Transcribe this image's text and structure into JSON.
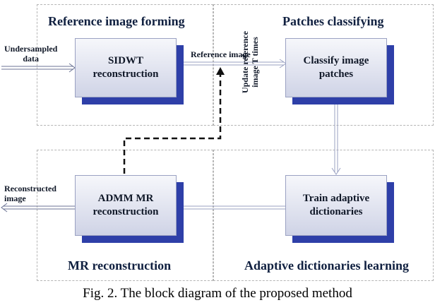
{
  "regions": {
    "reference": "Reference image forming",
    "patches": "Patches classifying",
    "mr": "MR reconstruction",
    "adaptive": "Adaptive dictionaries learning"
  },
  "blocks": {
    "sidwt": "SIDWT\nreconstruction",
    "classify": "Classify image\npatches",
    "admm": "ADMM MR\nreconstruction",
    "train": "Train adaptive\ndictionaries"
  },
  "labels": {
    "input": "Undersampled\ndata",
    "reference_image": "Reference image",
    "output": "Reconstructed\nimage",
    "update": "Update reference\nimage T times"
  },
  "caption": "Fig. 2. The block diagram of the proposed method"
}
